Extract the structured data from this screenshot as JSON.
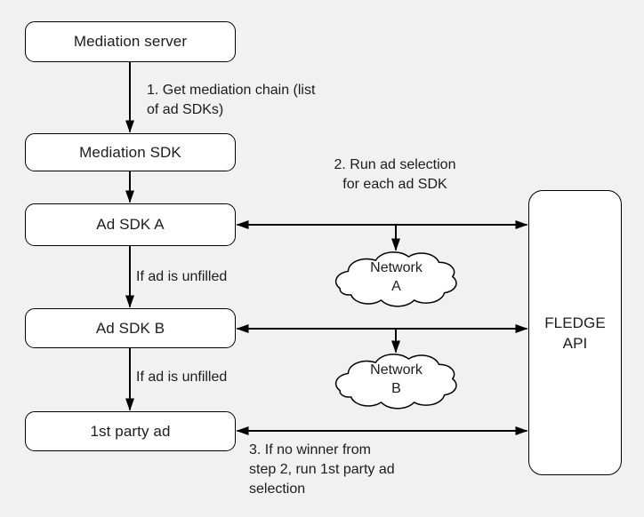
{
  "colors": {
    "background": "#f1f1f1",
    "node_fill": "#ffffff",
    "line": "#000000",
    "text": "#1c1c1c"
  },
  "nodes": {
    "mediation_server": {
      "label": "Mediation server"
    },
    "mediation_sdk": {
      "label": "Mediation SDK"
    },
    "ad_sdk_a": {
      "label": "Ad SDK A"
    },
    "ad_sdk_b": {
      "label": "Ad SDK B"
    },
    "first_party_ad": {
      "label": "1st party ad"
    },
    "fledge_api": {
      "label": "FLEDGE\nAPI"
    },
    "network_a": {
      "label": "Network\nA"
    },
    "network_b": {
      "label": "Network\nB"
    }
  },
  "annotations": {
    "step1": "1. Get mediation chain (list\nof ad SDKs)",
    "step2": "2. Run ad selection\nfor each ad SDK",
    "step3": "3. If no winner from\nstep 2, run 1st party ad\nselection",
    "edge_a_unfilled": "If ad is unfilled",
    "edge_b_unfilled": "If ad is unfilled"
  }
}
